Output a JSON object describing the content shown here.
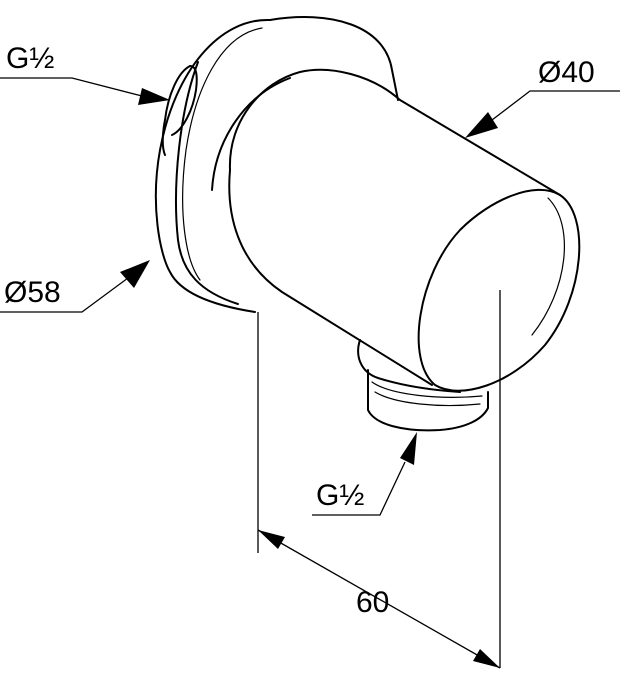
{
  "drawing": {
    "labels": {
      "thread_back": "G½",
      "diameter_body": "Ø40",
      "diameter_flange": "Ø58",
      "thread_outlet": "G½",
      "length": "60"
    }
  }
}
